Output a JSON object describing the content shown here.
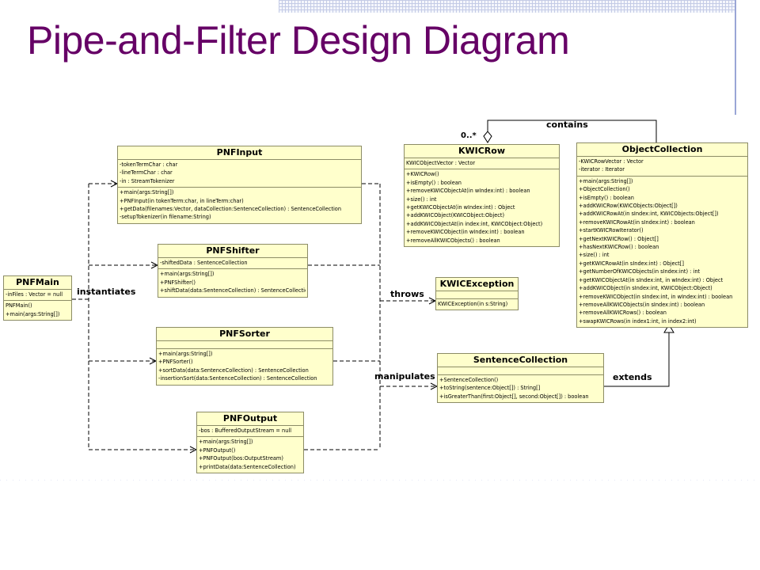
{
  "title": "Pipe-and-Filter Design Diagram",
  "classes": {
    "pnfmain": {
      "name": "PNFMain",
      "attrs": [
        "-inFiles : Vector = null"
      ],
      "ops": [
        "PNFMain()",
        "+main(args:String[])"
      ]
    },
    "pnfinput": {
      "name": "PNFInput",
      "attrs": [
        "-tokenTermChar : char",
        "-lineTermChar : char",
        "-in : StreamTokenizer"
      ],
      "ops": [
        "+main(args:String[])",
        "+PNFInput(in tokenTerm:char, in lineTerm:char)",
        "+getData(filenames:Vector, dataCollection:SentenceCollection) : SentenceCollection",
        "-setupTokenizer(in filename:String)"
      ]
    },
    "pnfshifter": {
      "name": "PNFShifter",
      "attrs": [
        "-shiftedData : SentenceCollection"
      ],
      "ops": [
        "+main(args:String[])",
        "+PNFShifter()",
        "+shiftData(data:SentenceCollection) : SentenceCollection"
      ]
    },
    "pnfsorter": {
      "name": "PNFSorter",
      "attrs": [],
      "ops": [
        "+main(args:String[])",
        "+PNFSorter()",
        "+sortData(data:SentenceCollection) : SentenceCollection",
        "-insertionSort(data:SentenceCollection) : SentenceCollection"
      ]
    },
    "pnfoutput": {
      "name": "PNFOutput",
      "attrs": [
        "-bos : BufferedOutputStream = null"
      ],
      "ops": [
        "+main(args:String[])",
        "+PNFOutput()",
        "+PNFOutput(bos:OutputStream)",
        "+printData(data:SentenceCollection)"
      ]
    },
    "kwicrow": {
      "name": "KWICRow",
      "attrs": [
        "KWICObjectVector : Vector"
      ],
      "ops": [
        "+KWICRow()",
        "+isEmpty() : boolean",
        "+removeKWICObjectAt(in wIndex:int) : boolean",
        "+size() : int",
        "+getKWICObjectAt(in wIndex:int) : Object",
        "+addKWICObject(KWICObject:Object)",
        "+addKWICObjectAt(in index:int, KWICObject:Object)",
        "+removeKWICObject(in wIndex:int) : boolean",
        "+removeAllKWICObjects() : boolean"
      ]
    },
    "objectcollection": {
      "name": "ObjectCollection",
      "attrs": [
        "-KWICRowVector : Vector",
        "-iterator : Iterator"
      ],
      "ops": [
        "+main(args:String[])",
        "+ObjectCollection()",
        "+isEmpty() : boolean",
        "+addKWICRow(KWICObjects:Object[])",
        "+addKWICRowAt(in sIndex:int, KWICObjects:Object[])",
        "+removeKWICRowAt(in sIndex:int) : boolean",
        "+startKWICRowIterator()",
        "+getNextKWICRow() : Object[]",
        "+hasNextKWICRow() : boolean",
        "+size() : int",
        "+getKWICRowAt(in sIndex:int) : Object[]",
        "+getNumberOfKWICObjects(in sIndex:int) : int",
        "+getKWICObjectAt(in sIndex:int, in wIndex:int) : Object",
        "+addKWICObject(in sIndex:int, KWICObject:Object)",
        "+removeKWICObject(in sIndex:int, in wIndex:int) : boolean",
        "+removeAllKWICObjects(in sIndex:int) : boolean",
        "+removeAllKWICRows() : boolean",
        "+swapKWICRows(in index1:int, in index2:int)"
      ]
    },
    "kwicexception": {
      "name": "KWICException",
      "attrs": [],
      "ops": [
        "KWICException(in s:String)"
      ]
    },
    "sentencecollection": {
      "name": "SentenceCollection",
      "attrs": [],
      "ops": [
        "+SentenceCollection()",
        "+toString(sentence:Object[]) : String[]",
        "+isGreaterThan(first:Object[], second:Object[]) : boolean"
      ]
    }
  },
  "labels": {
    "instantiates": "instantiates",
    "throws": "throws",
    "manipulates": "manipulates",
    "contains": "contains",
    "extends": "extends",
    "multiplicity": "0..*"
  },
  "colors": {
    "title": "#660066",
    "class_fill": "#ffffcc",
    "class_border": "#8c8c66",
    "line": "#000000"
  }
}
